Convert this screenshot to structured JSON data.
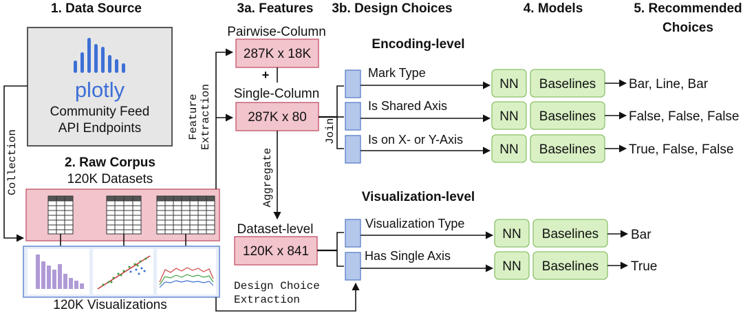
{
  "headers": {
    "data_source": "1. Data Source",
    "features": "3a. Features",
    "design_choices": "3b. Design Choices",
    "models": "4. Models",
    "recommended_line1": "5. Recommended",
    "recommended_line2": "Choices"
  },
  "source": {
    "logo_text": "plotly",
    "line1": "Community Feed",
    "line2": "API Endpoints",
    "collection_label": "Collection"
  },
  "corpus": {
    "title": "2. Raw Corpus",
    "datasets": "120K Datasets",
    "visualizations": "120K Visualizations"
  },
  "features": {
    "pairwise_label": "Pairwise-Column",
    "pairwise_size": "287K x 18K",
    "plus": "+",
    "single_label": "Single-Column",
    "single_size": "287K x 80",
    "dataset_label": "Dataset-level",
    "dataset_size": "120K x 841",
    "feature_extraction_1": "Feature",
    "feature_extraction_2": "Extraction",
    "aggregate": "Aggregate",
    "join": "Join",
    "design_choice_extraction_1": "Design Choice",
    "design_choice_extraction_2": "Extraction"
  },
  "encoding_level": {
    "title": "Encoding-level",
    "choices": [
      {
        "label": "Mark Type",
        "model": "NN",
        "baseline": "Baselines",
        "result": "Bar, Line, Bar"
      },
      {
        "label": "Is Shared Axis",
        "model": "NN",
        "baseline": "Baselines",
        "result": "False, False, False"
      },
      {
        "label": "Is on X- or Y-Axis",
        "model": "NN",
        "baseline": "Baselines",
        "result": "True, False, False"
      }
    ]
  },
  "visualization_level": {
    "title": "Visualization-level",
    "choices": [
      {
        "label": "Visualization Type",
        "model": "NN",
        "baseline": "Baselines",
        "result": "Bar"
      },
      {
        "label": "Has Single Axis",
        "model": "NN",
        "baseline": "Baselines",
        "result": "True"
      }
    ]
  },
  "colors": {
    "pink": "#f2c4cc",
    "pink_border": "#c86478",
    "green": "#d9f0c4",
    "green_border": "#8cc06a",
    "blue": "#b4c8ec",
    "blue_border": "#5a7ec8",
    "gray": "#e6e6e6",
    "plotly_blue": "#3d6fd6"
  }
}
